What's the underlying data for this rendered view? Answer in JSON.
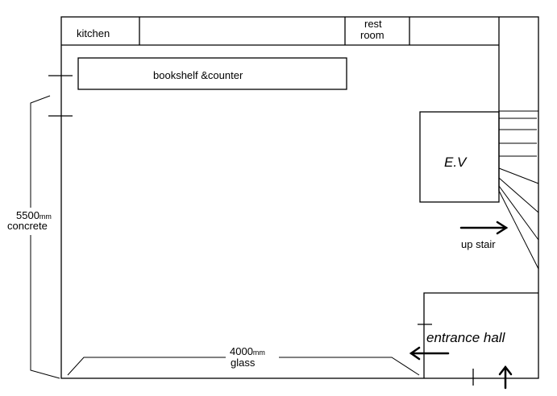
{
  "rooms": {
    "kitchen": "kitchen",
    "rest_room_line1": "rest",
    "rest_room_line2": "room",
    "bookshelf": "bookshelf &counter",
    "ev": "E.V",
    "entrance": "entrance hall"
  },
  "annotations": {
    "up_stair": "up stair",
    "left_dim_value": "5500",
    "left_dim_unit": "mm",
    "left_dim_material": "concrete",
    "bottom_dim_value": "4000",
    "bottom_dim_unit": "mm",
    "bottom_dim_material": "glass"
  }
}
